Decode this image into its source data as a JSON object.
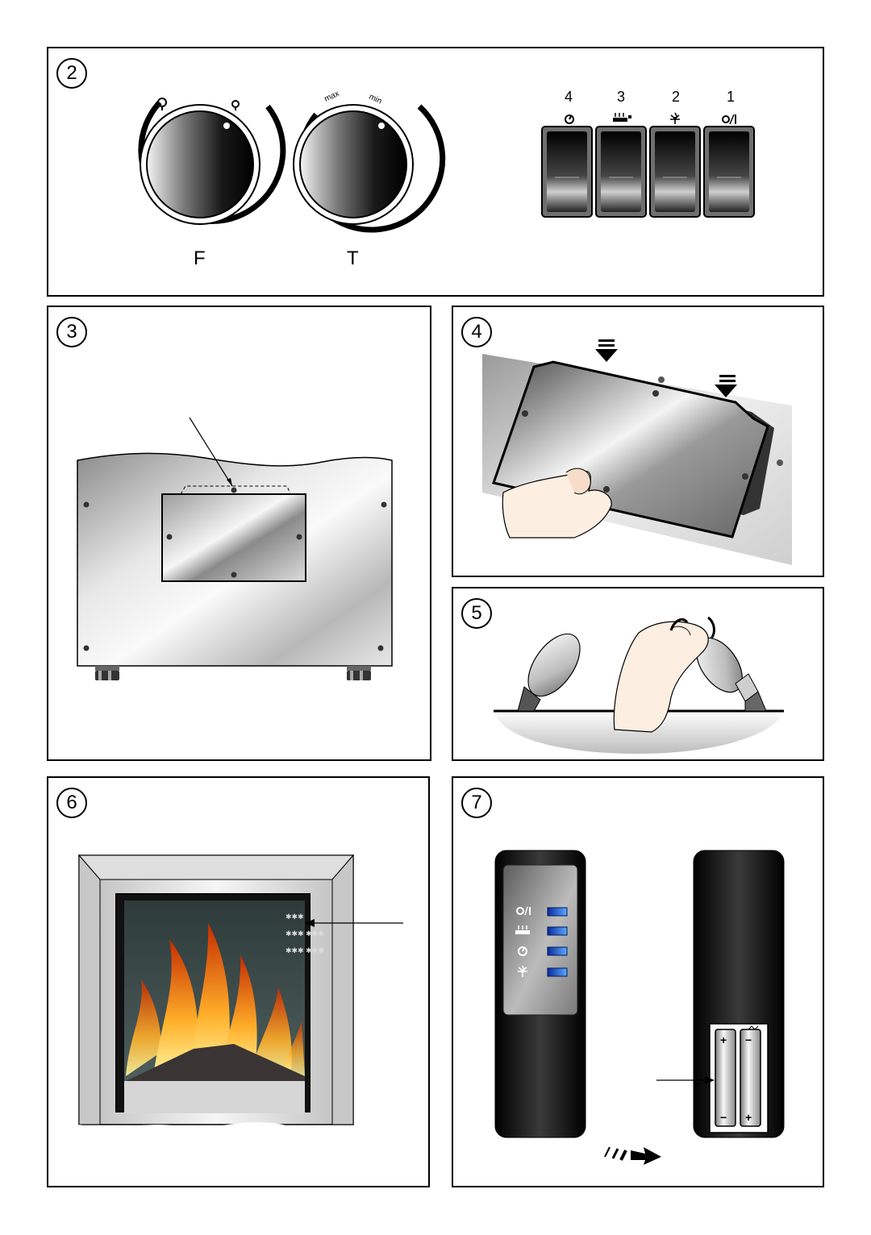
{
  "panels": [
    {
      "number": "2"
    },
    {
      "number": "3"
    },
    {
      "number": "4"
    },
    {
      "number": "5"
    },
    {
      "number": "6"
    },
    {
      "number": "7"
    }
  ],
  "knobs": {
    "flame_label": "F",
    "thermostat_label": "T",
    "max_label": "max",
    "min_label": "min"
  },
  "switches": [
    {
      "number": "4",
      "symbol": "timer-icon"
    },
    {
      "number": "3",
      "symbol": "heat-icon"
    },
    {
      "number": "2",
      "symbol": "fan-icon"
    },
    {
      "number": "1",
      "symbol": "power-icon"
    }
  ],
  "remote": {
    "power_symbol": "O/I",
    "buttons": [
      "power-icon",
      "heat-icon",
      "timer-icon",
      "fan-icon"
    ]
  },
  "battery": {
    "plus": "+",
    "minus": "−"
  }
}
